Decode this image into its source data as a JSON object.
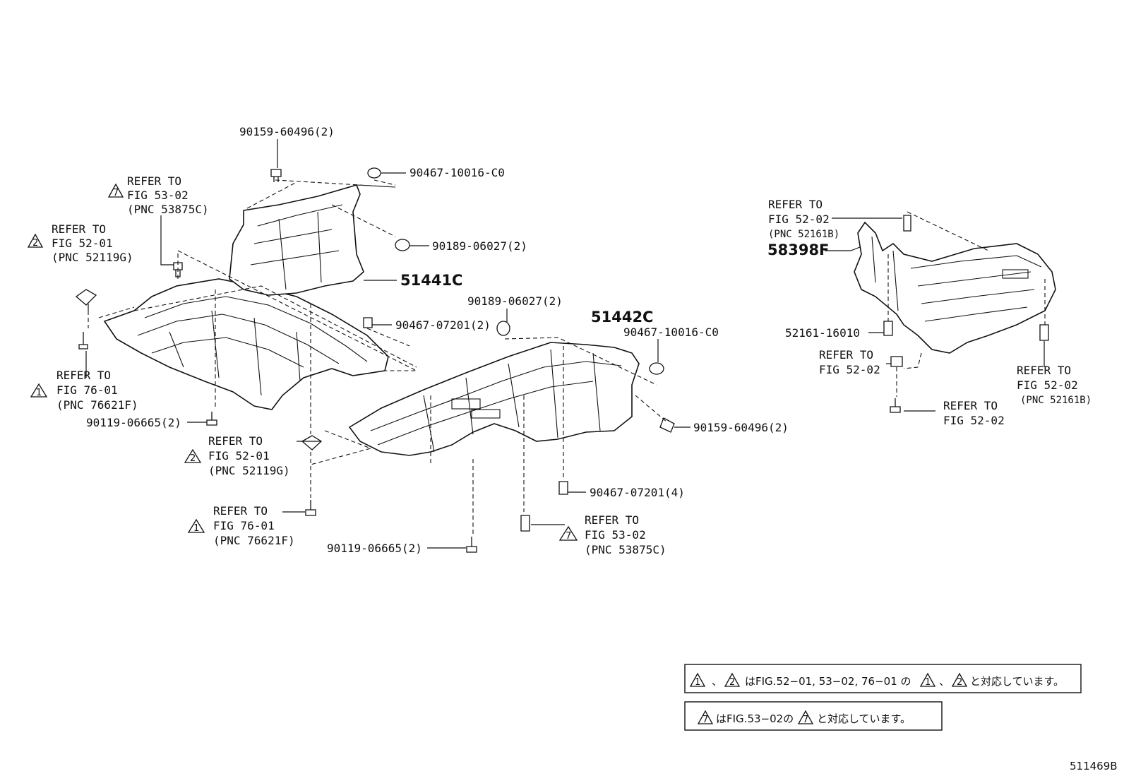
{
  "parts": {
    "p_90159_top": "90159-60496(2)",
    "p_90467_10016_top": "90467-10016-C0",
    "p_90189_a": "90189-06027(2)",
    "p_51441C": "51441C",
    "p_90467_07201_2": "90467-07201(2)",
    "p_90189_b": "90189-06027(2)",
    "p_51442C": "51442C",
    "p_90467_10016_mid": "90467-10016-C0",
    "p_90119_a": "90119-06665(2)",
    "p_90159_bottom": "90159-60496(2)",
    "p_90467_07201_4": "90467-07201(4)",
    "p_90119_b": "90119-06665(2)",
    "p_58398F": "58398F",
    "p_52161": "52161-16010"
  },
  "refs": {
    "r1": {
      "tri": "7",
      "l1": "REFER TO",
      "l2": "FIG 53-02",
      "l3": "(PNC 53875C)"
    },
    "r2": {
      "tri": "2",
      "l1": "REFER TO",
      "l2": "FIG 52-01",
      "l3": "(PNC 52119G)"
    },
    "r3": {
      "tri": "1",
      "l1": "REFER TO",
      "l2": "FIG 76-01",
      "l3": "(PNC 76621F)"
    },
    "r4": {
      "tri": "2",
      "l1": "REFER TO",
      "l2": "FIG 52-01",
      "l3": "(PNC 52119G)"
    },
    "r5": {
      "tri": "1",
      "l1": "REFER TO",
      "l2": "FIG 76-01",
      "l3": "(PNC 76621F)"
    },
    "r6": {
      "tri": "7",
      "l1": "REFER TO",
      "l2": "FIG 53-02",
      "l3": "(PNC 53875C)"
    },
    "r7": {
      "l1": "REFER TO",
      "l2": "FIG 52-02",
      "l3": "(PNC 52161B)"
    },
    "r8": {
      "l1": "REFER TO",
      "l2": "FIG 52-02"
    },
    "r9": {
      "l1": "REFER TO",
      "l2": "FIG 52-02",
      "l3": "(PNC 52161B)"
    },
    "r10": {
      "l1": "REFER TO",
      "l2": "FIG 52-02"
    }
  },
  "notes": {
    "n1": {
      "t1": "1",
      "sep": "、",
      "t2": "2",
      "text_a": "はFIG.52−01, 53−02, 76−01 の",
      "t3": "1",
      "sep2": "、",
      "t4": "2",
      "text_b": "と対応しています。"
    },
    "n2": {
      "t1": "7",
      "text_a": "はFIG.53−02の",
      "t2": "7",
      "text_b": "と対応しています。"
    }
  },
  "figure_code": "511469B"
}
